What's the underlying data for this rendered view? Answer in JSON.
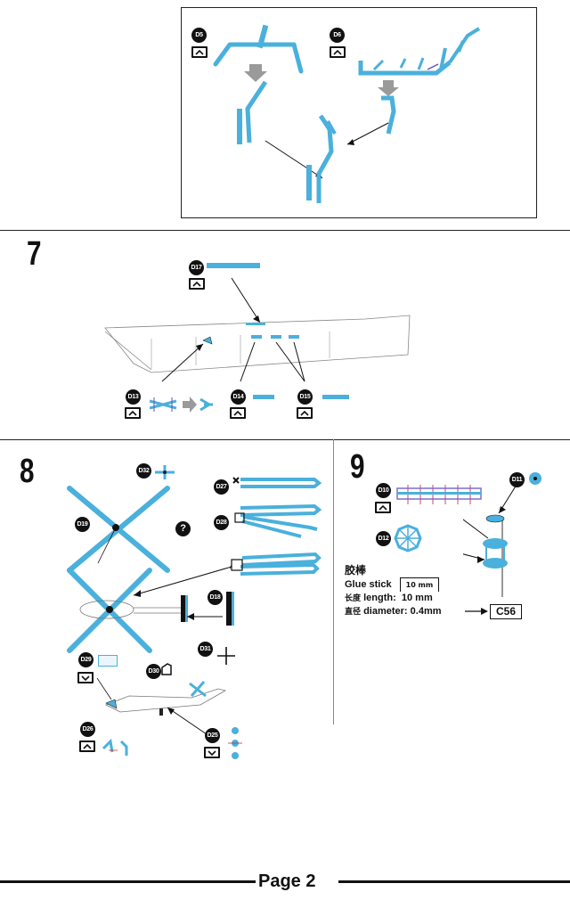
{
  "page_label": "Page 2",
  "steps": [
    {
      "number": "7"
    },
    {
      "number": "8"
    },
    {
      "number": "9"
    }
  ],
  "part_labels": {
    "d5": "D5",
    "d6": "D6",
    "d17": "D17",
    "d13": "D13",
    "d14": "D14",
    "d15": "D15",
    "d32": "D32",
    "d19": "D19",
    "d27": "D27",
    "d28": "D28",
    "d18": "D18",
    "d29": "D29",
    "d30": "D30",
    "d31": "D31",
    "d26": "D26",
    "d25": "D25",
    "d10": "D10",
    "d11": "D11",
    "d12": "D12"
  },
  "question_mark": "?",
  "glue_stick": {
    "title_cn": "胶棒",
    "title_en": "Glue stick",
    "scale_label": "10 mm",
    "length_cn": "长度",
    "length_label": "length:",
    "length_value": "10 mm",
    "diameter_cn": "直径",
    "diameter_label": "diameter:",
    "diameter_value": "0.4mm"
  },
  "reference_code": "C56",
  "colors": {
    "part_blue": "#4ab0dc",
    "ink": "#111111",
    "arrow_grey": "#9a9a9a"
  }
}
